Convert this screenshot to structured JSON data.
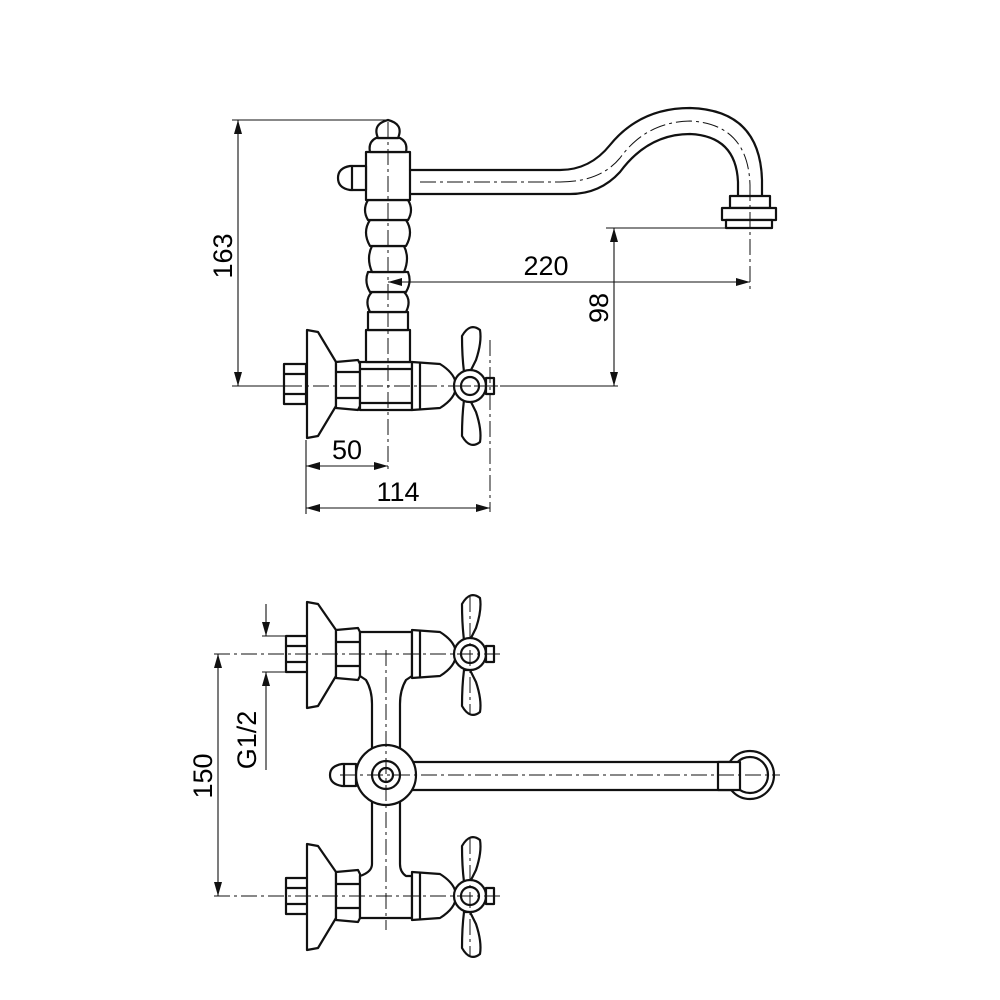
{
  "colors": {
    "line": "#111111",
    "background": "#ffffff"
  },
  "side_view": {
    "dimensions": {
      "height_total": "163",
      "spout_reach": "220",
      "spout_height": "98",
      "wall_to_body": "50",
      "wall_to_handle": "114"
    }
  },
  "front_view": {
    "dimensions": {
      "center_distance": "150",
      "thread": "G1/2"
    }
  }
}
